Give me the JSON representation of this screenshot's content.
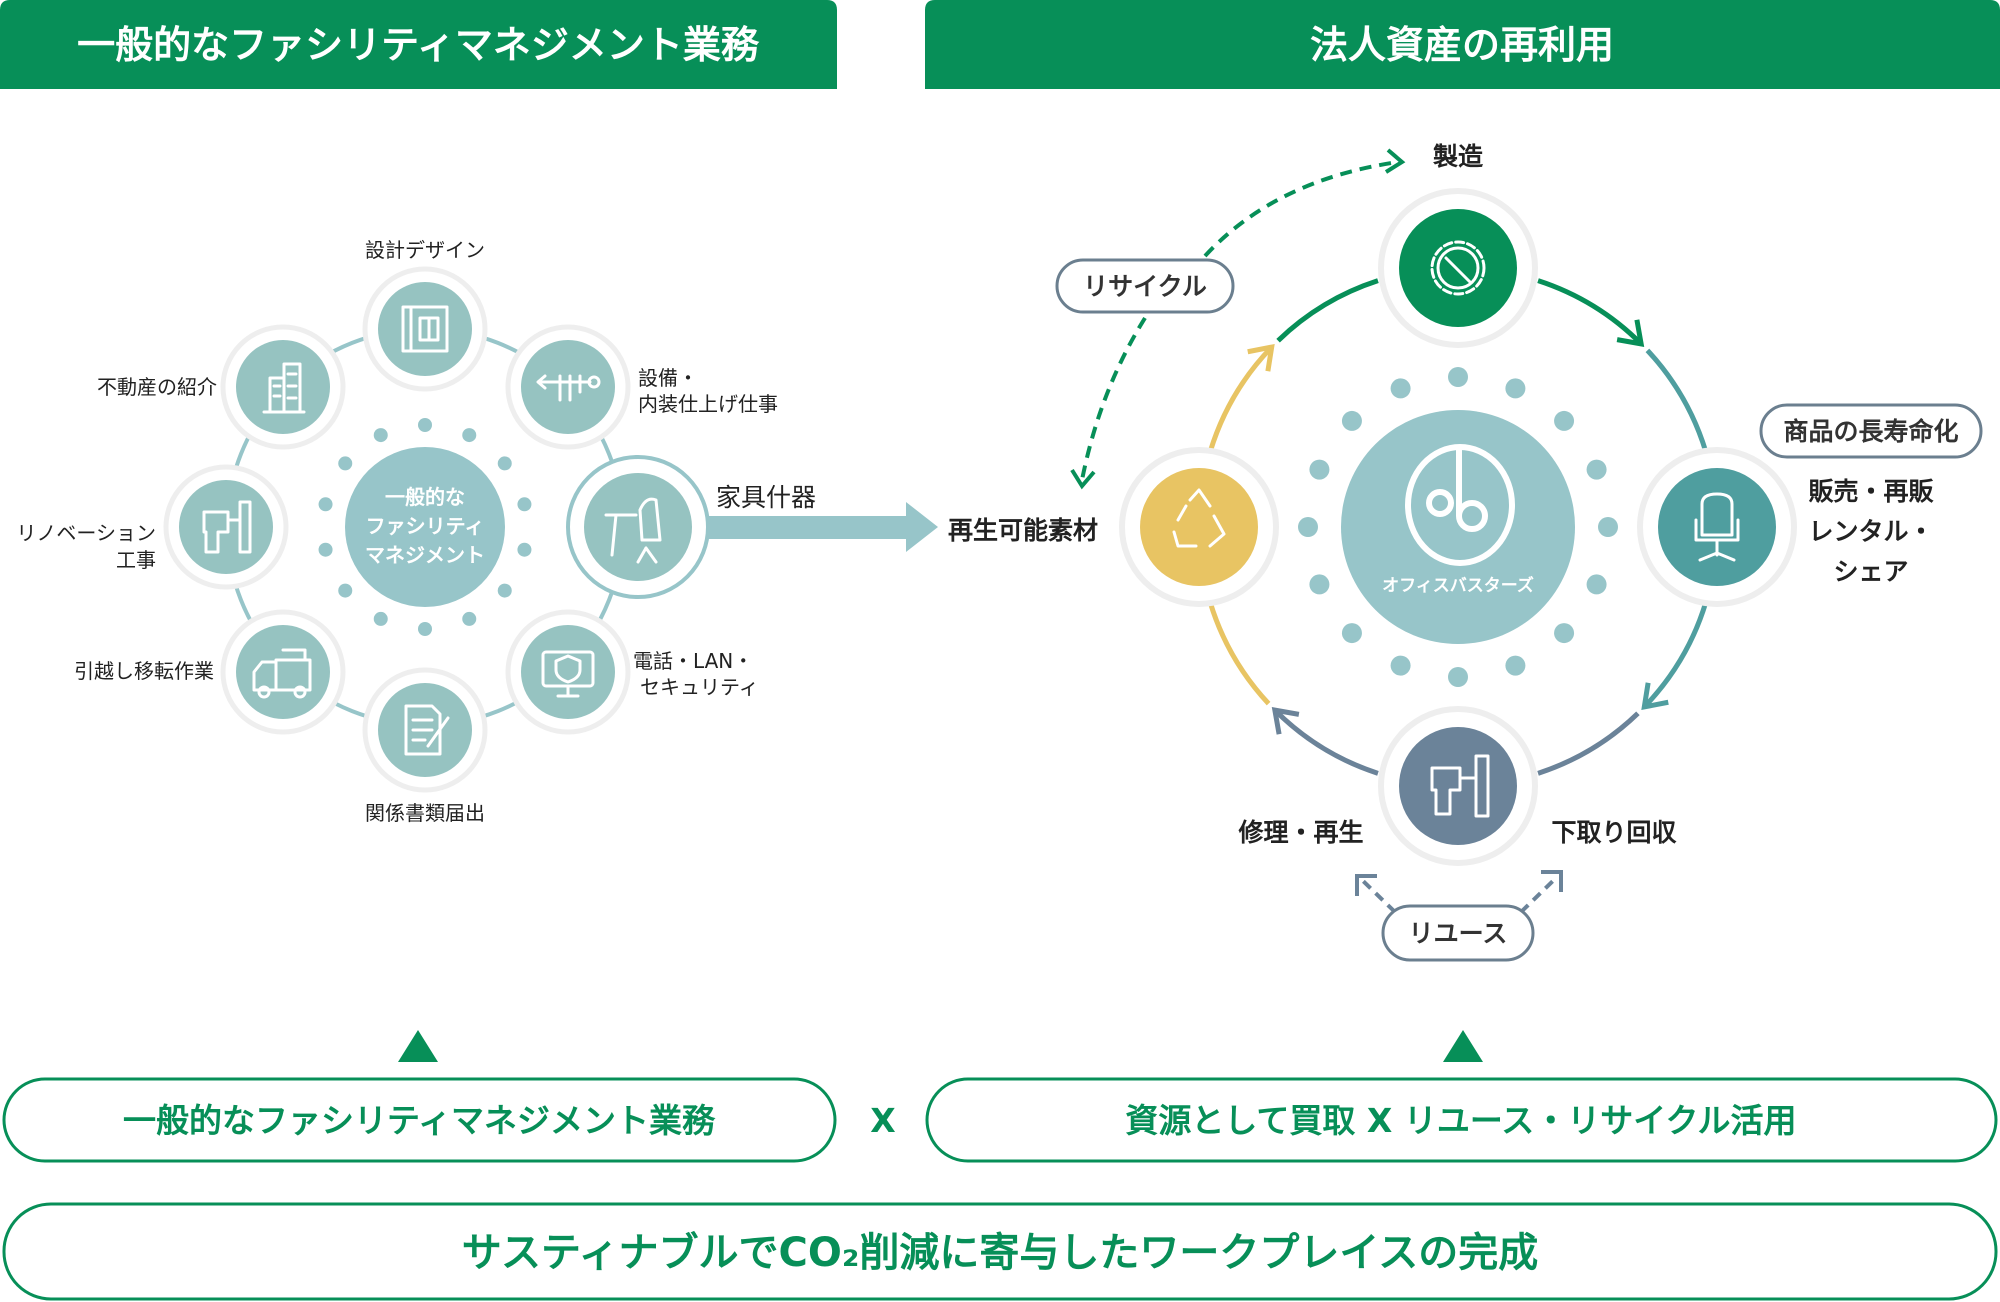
{
  "headers": {
    "left": "一般的なファシリティマネジメント業務",
    "right": "法人資産の再利用"
  },
  "fm": {
    "center": [
      "一般的な",
      "ファシリティ",
      "マネジメント"
    ],
    "design": "設計デザイン",
    "equipment": [
      "設備・",
      "内装仕上げ仕事"
    ],
    "furniture": "家具什器",
    "telecom": [
      "電話・LAN・",
      "セキュリティ"
    ],
    "documents": "関係書類届出",
    "moving": "引越し移転作業",
    "renovation": [
      "リノベーション",
      "工事"
    ],
    "realestate": "不動産の紹介"
  },
  "arrow_target": "再生可能素材",
  "cycle": {
    "manufacturing": "製造",
    "recycle": "リサイクル",
    "longevity": "商品の長寿命化",
    "sales": [
      "販売・再販",
      "レンタル・",
      "シェア"
    ],
    "repair": "修理・再生",
    "tradein": "下取り回収",
    "reuse": "リユース",
    "brand": "オフィスバスターズ"
  },
  "bottom": {
    "left": "一般的なファシリティマネジメント業務",
    "times": "X",
    "right": "資源として買取 X リユース・リサイクル活用",
    "result": "サスティナブルでCO₂削減に寄与したワークプレイスの完成"
  },
  "colors": {
    "green": "#078f58",
    "teal_light": "#97c5c9",
    "node": "#96c3c1",
    "teal_dark": "#4f9e9f",
    "yellow": "#e8c463",
    "slate": "#6b8399"
  }
}
